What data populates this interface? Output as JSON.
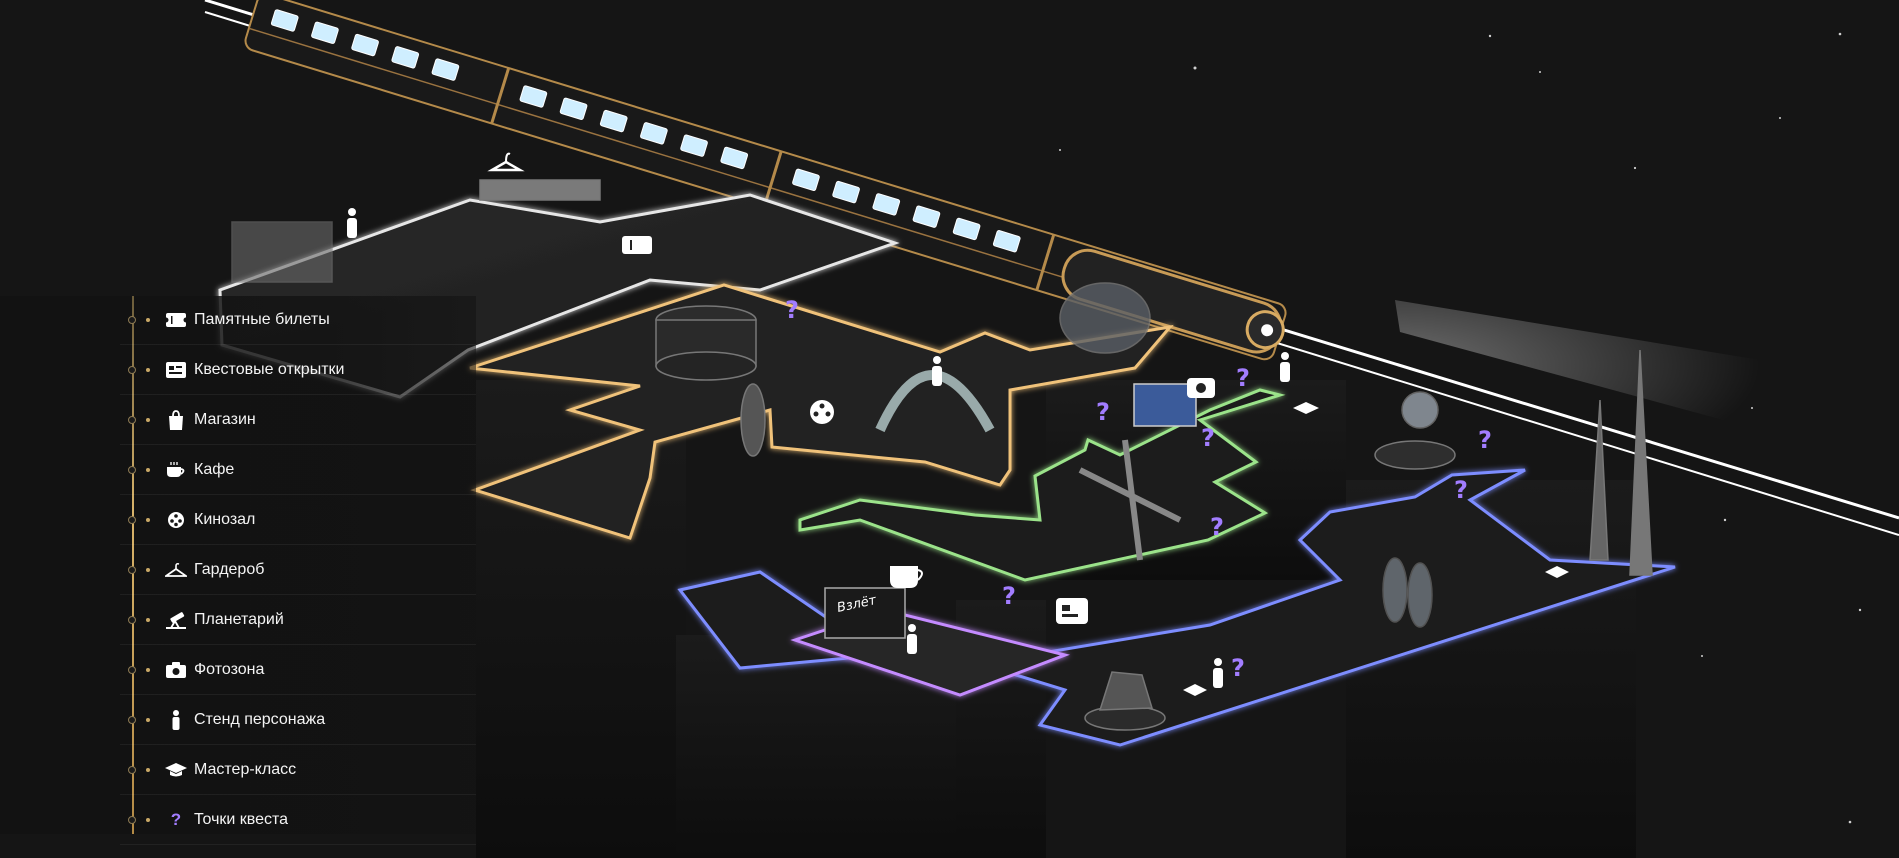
{
  "legend": {
    "items": [
      {
        "id": "tickets",
        "label": "Памятные билеты",
        "icon": "ticket-icon"
      },
      {
        "id": "postcards",
        "label": "Квестовые открытки",
        "icon": "postcard-icon"
      },
      {
        "id": "shop",
        "label": "Магазин",
        "icon": "shopping-bag-icon"
      },
      {
        "id": "cafe",
        "label": "Кафе",
        "icon": "coffee-cup-icon"
      },
      {
        "id": "cinema",
        "label": "Кинозал",
        "icon": "film-reel-icon"
      },
      {
        "id": "wardrobe",
        "label": "Гардероб",
        "icon": "hanger-icon"
      },
      {
        "id": "planetarium",
        "label": "Планетарий",
        "icon": "telescope-icon"
      },
      {
        "id": "photozone",
        "label": "Фотозона",
        "icon": "camera-icon"
      },
      {
        "id": "character",
        "label": "Стенд персонажа",
        "icon": "person-icon"
      },
      {
        "id": "masterclass",
        "label": "Мастер-класс",
        "icon": "graduation-cap-icon"
      },
      {
        "id": "quest",
        "label": "Точки квеста",
        "icon": "question-mark-icon"
      }
    ]
  },
  "cafe_sign": "Взлёт",
  "colors": {
    "background": "#151515",
    "zone_gold": "#f0c27a",
    "zone_green": "#9be38a",
    "zone_blue": "#7d8dff",
    "zone_purple": "#c48bff",
    "zone_white": "#e6e6e6",
    "quest_marker": "#a27dff",
    "legend_rail": "#c9a866"
  }
}
